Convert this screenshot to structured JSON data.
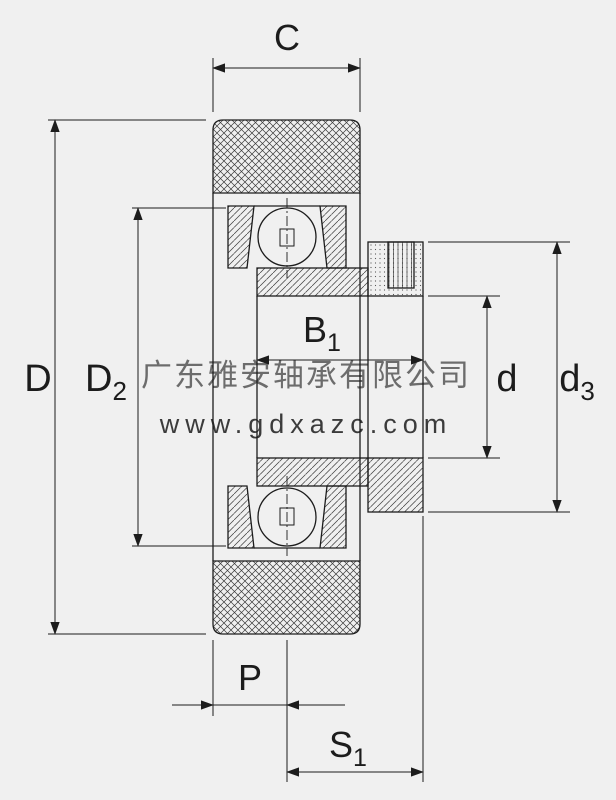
{
  "page": {
    "background": "#f0f0f0",
    "line_color": "#1c1c1c"
  },
  "watermark": {
    "line1": "广东雅安轴承有限公司",
    "line2": "www.gdxazc.com",
    "line1_color": "#c2655e",
    "line2_color": "#ababab"
  },
  "dimensions": {
    "C": {
      "label": "C"
    },
    "D": {
      "label": "D"
    },
    "D2": {
      "label": "D",
      "sub": "2"
    },
    "B1": {
      "label": "B",
      "sub": "1"
    },
    "d": {
      "label": "d"
    },
    "d3": {
      "label": "d",
      "sub": "3"
    },
    "P": {
      "label": "P"
    },
    "S1": {
      "label": "S",
      "sub": "1"
    }
  }
}
